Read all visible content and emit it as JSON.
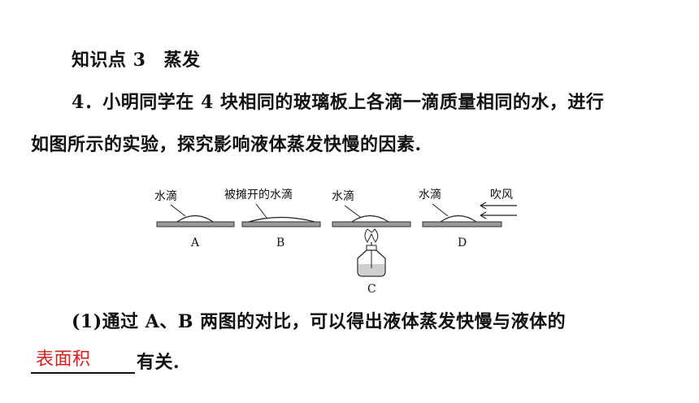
{
  "heading": {
    "part1": "知识点 3",
    "part2": "蒸发"
  },
  "question": {
    "line1": "4．小明同学在 4 块相同的玻璃板上各滴一滴质量相同的水，进行",
    "line2": "如图所示的实验，探究影响液体蒸发快慢的因素."
  },
  "figure": {
    "labels": {
      "a_drop": "水滴",
      "b_drop": "被摊开的水滴",
      "c_drop": "水滴",
      "d_drop": "水滴",
      "d_wind": "吹风"
    },
    "panels": [
      "A",
      "B",
      "C",
      "D"
    ]
  },
  "subquestion": {
    "line1": "(1)通过 A、B 两图的对比，可以得出液体蒸发快慢与液体的",
    "answer": "表面积",
    "suffix": "有关."
  },
  "colors": {
    "answer": "#d6201c",
    "text": "#111111"
  }
}
